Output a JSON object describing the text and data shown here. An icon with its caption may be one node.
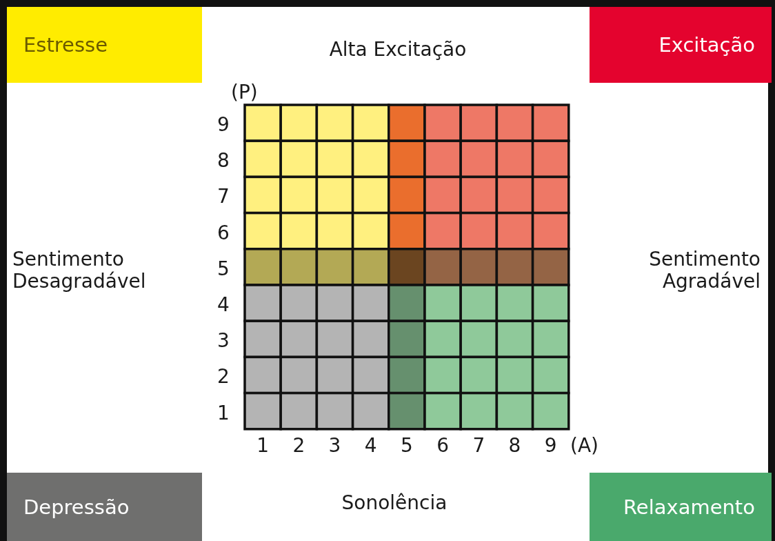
{
  "diagram": {
    "nodes": [
      {
        "text": [
          "Estresse"
        ]
      },
      {
        "text": [
          "Excitação"
        ]
      },
      {
        "text": [
          "Depressão"
        ]
      },
      {
        "text": [
          "Relaxamento"
        ]
      }
    ],
    "labels": [
      "Alta Excitação",
      "(P)",
      "9",
      "8",
      "7",
      "6",
      "Sentimento Desagradável",
      "5",
      "Sentimento Agradável",
      "4",
      "3",
      "2",
      "1",
      "1",
      "2",
      "3",
      "4",
      "5",
      "6",
      "7",
      "8",
      "9",
      "(A)",
      "Sonolência"
    ]
  }
}
